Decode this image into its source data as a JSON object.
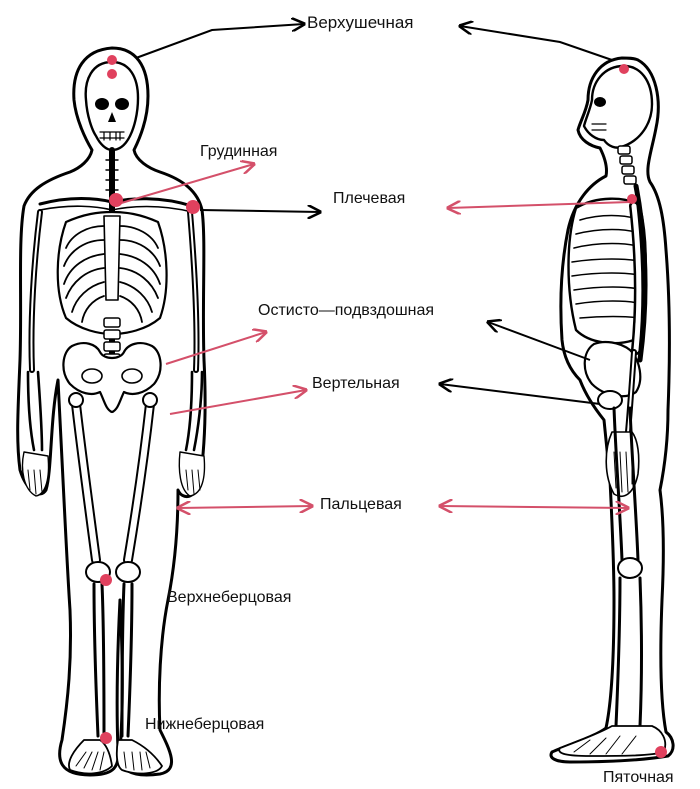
{
  "labels": {
    "vertex": "Верхушечная",
    "sternal": "Грудинная",
    "shoulder": "Плечевая",
    "iliac": "Остисто—подвздошная",
    "trochanter": "Вертельная",
    "finger": "Пальцевая",
    "tibial_upper": "Верхнеберцовая",
    "tibial_lower": "Нижнеберцовая",
    "heel": "Пяточная"
  },
  "colors": {
    "point": "#e0415e",
    "pink_arrow": "#d4506a",
    "black_arrow": "#000000",
    "bone_fill": "#ffffff",
    "bone_shade": "#cfcfcf"
  }
}
